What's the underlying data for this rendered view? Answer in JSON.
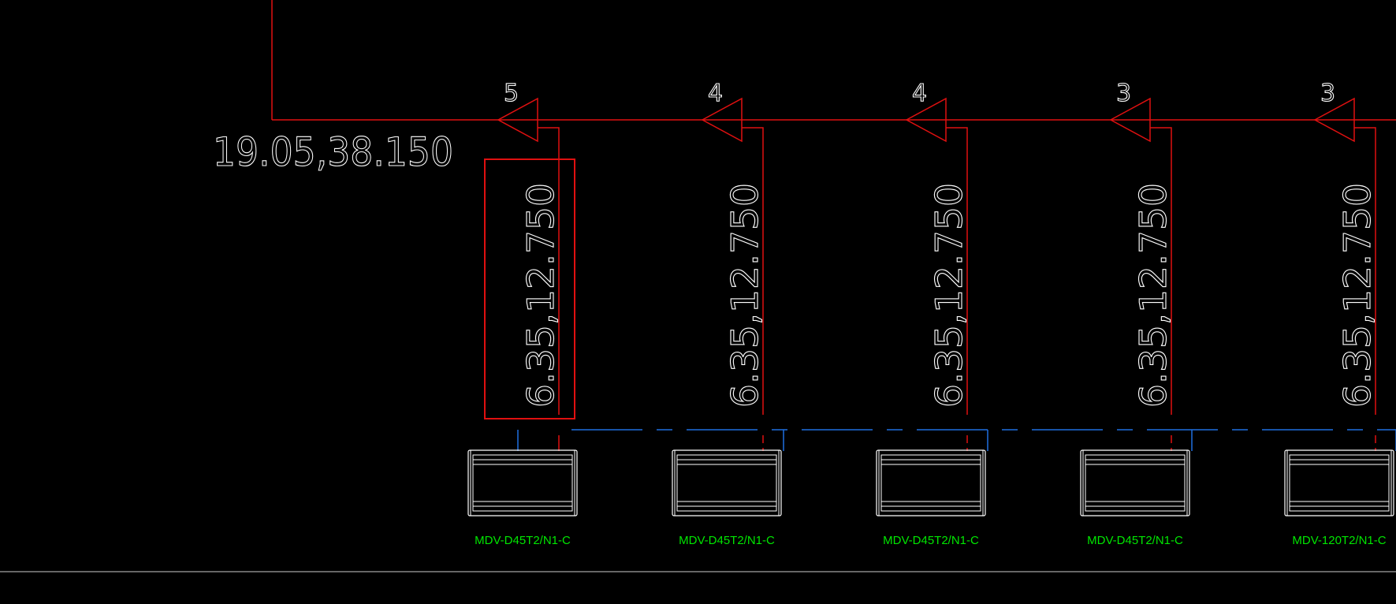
{
  "colors": {
    "background": "#000000",
    "pipe": "#e01010",
    "text": "#ffffff",
    "drain": "#1f6fe0",
    "label": "#00e600",
    "unit": "#ffffff",
    "highlight": "#e01010",
    "frame": "#cccccc"
  },
  "main_pipe_label": "19.05,38.150",
  "branches": [
    {
      "count": "5",
      "pipe_size": "6.35,12.750",
      "unit_model": "MDV-D45T2/N1-C",
      "highlighted": true
    },
    {
      "count": "4",
      "pipe_size": "6.35,12.750",
      "unit_model": "MDV-D45T2/N1-C",
      "highlighted": false
    },
    {
      "count": "4",
      "pipe_size": "6.35,12.750",
      "unit_model": "MDV-D45T2/N1-C",
      "highlighted": false
    },
    {
      "count": "3",
      "pipe_size": "6.35,12.750",
      "unit_model": "MDV-D45T2/N1-C",
      "highlighted": false
    },
    {
      "count": "3",
      "pipe_size": "6.35,12.750",
      "unit_model": "MDV-120T2/N1-C",
      "highlighted": false
    }
  ]
}
